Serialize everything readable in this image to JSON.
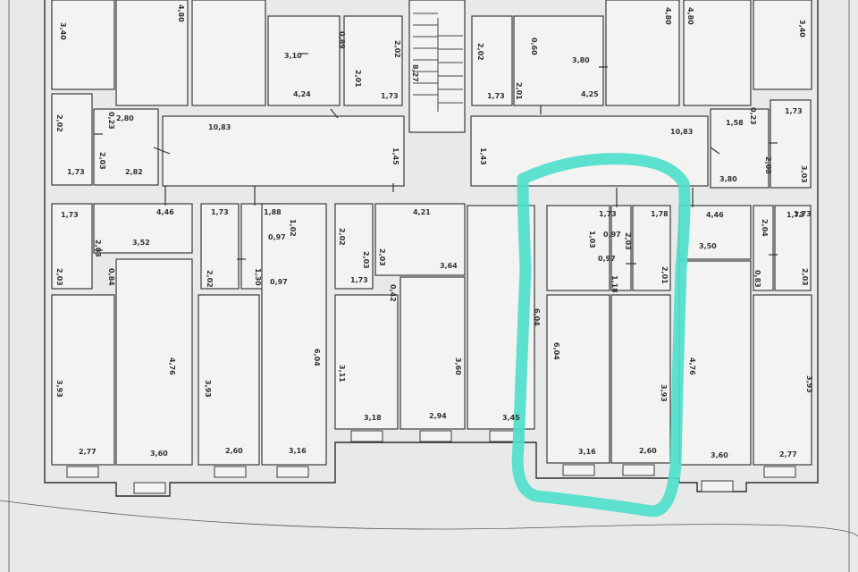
{
  "plan": {
    "highlight_color": "#4fe0cc",
    "labels": {
      "top": [
        "3,40",
        "4,80",
        "3,10",
        "0,89",
        "2,02",
        "2,01",
        "4,24",
        "1,73",
        "8,27",
        "2,02",
        "0,60",
        "3,80",
        "2,01",
        "1,73",
        "4,25",
        "4,80",
        "4,80",
        "3,40"
      ],
      "upper": [
        "2,02",
        "0,23",
        "2,80",
        "2,03",
        "1,73",
        "2,82",
        "10,83",
        "1,45",
        "1,43",
        "10,83",
        "1,58",
        "0,23",
        "1,73",
        "2,08",
        "3,03",
        "3,80"
      ],
      "middle": [
        "1,73",
        "4,46",
        "2,03",
        "3,52",
        "2,03",
        "0,84",
        "1,73",
        "1,88",
        "2,02",
        "0,97",
        "1,02",
        "1,30",
        "0,97",
        "2,02",
        "2,03",
        "4,21",
        "2,03",
        "1,73",
        "0,42",
        "3,64",
        "1,73",
        "1,78",
        "1,73",
        "1,03",
        "0,97",
        "2,03",
        "0,97",
        "1,18",
        "2,01",
        "4,46",
        "2,04",
        "1,73",
        "3,50",
        "0,83",
        "2,03"
      ],
      "lower": [
        "3,93",
        "4,76",
        "3,93",
        "6,04",
        "3,11",
        "3,60",
        "6,04",
        "6,04",
        "3,93",
        "4,76",
        "3,93"
      ],
      "bottom": [
        "2,77",
        "3,60",
        "2,60",
        "3,16",
        "3,18",
        "2,94",
        "3,45",
        "3,16",
        "2,60",
        "3,60",
        "2,77"
      ]
    }
  }
}
